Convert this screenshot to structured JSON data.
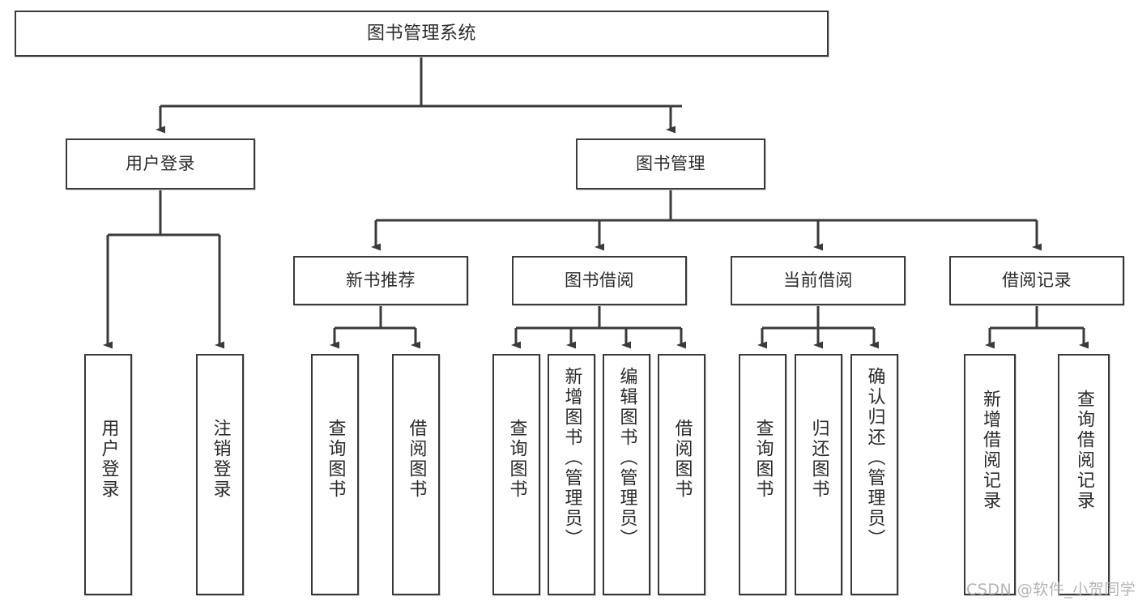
{
  "diagram": {
    "title": "图书管理系统",
    "watermark": "CSDN @软件_小贺同学",
    "line_color": "#3a3a3a",
    "text_color": "#2b2b2b",
    "background": "#ffffff",
    "nodes": {
      "root": "图书管理系统",
      "level2": {
        "user_login": "用户登录",
        "book_manage": "图书管理"
      },
      "level3": {
        "new_book_rec": "新书推荐",
        "book_borrow": "图书借阅",
        "current_borrow": "当前借阅",
        "borrow_record": "借阅记录"
      },
      "leaves": {
        "login_1": "用户登录",
        "login_2": "注销登录",
        "rec_1": "查询图书",
        "rec_2": "借阅图书",
        "borrow_1": "查询图书",
        "borrow_2": "新增图书（管理员）",
        "borrow_3": "编辑图书（管理员）",
        "borrow_4": "借阅图书",
        "cur_1": "查询图书",
        "cur_2": "归还图书",
        "cur_3": "确认归还（管理员）",
        "rec2_1": "新增借阅记录",
        "rec2_2": "查询借阅记录"
      }
    }
  }
}
